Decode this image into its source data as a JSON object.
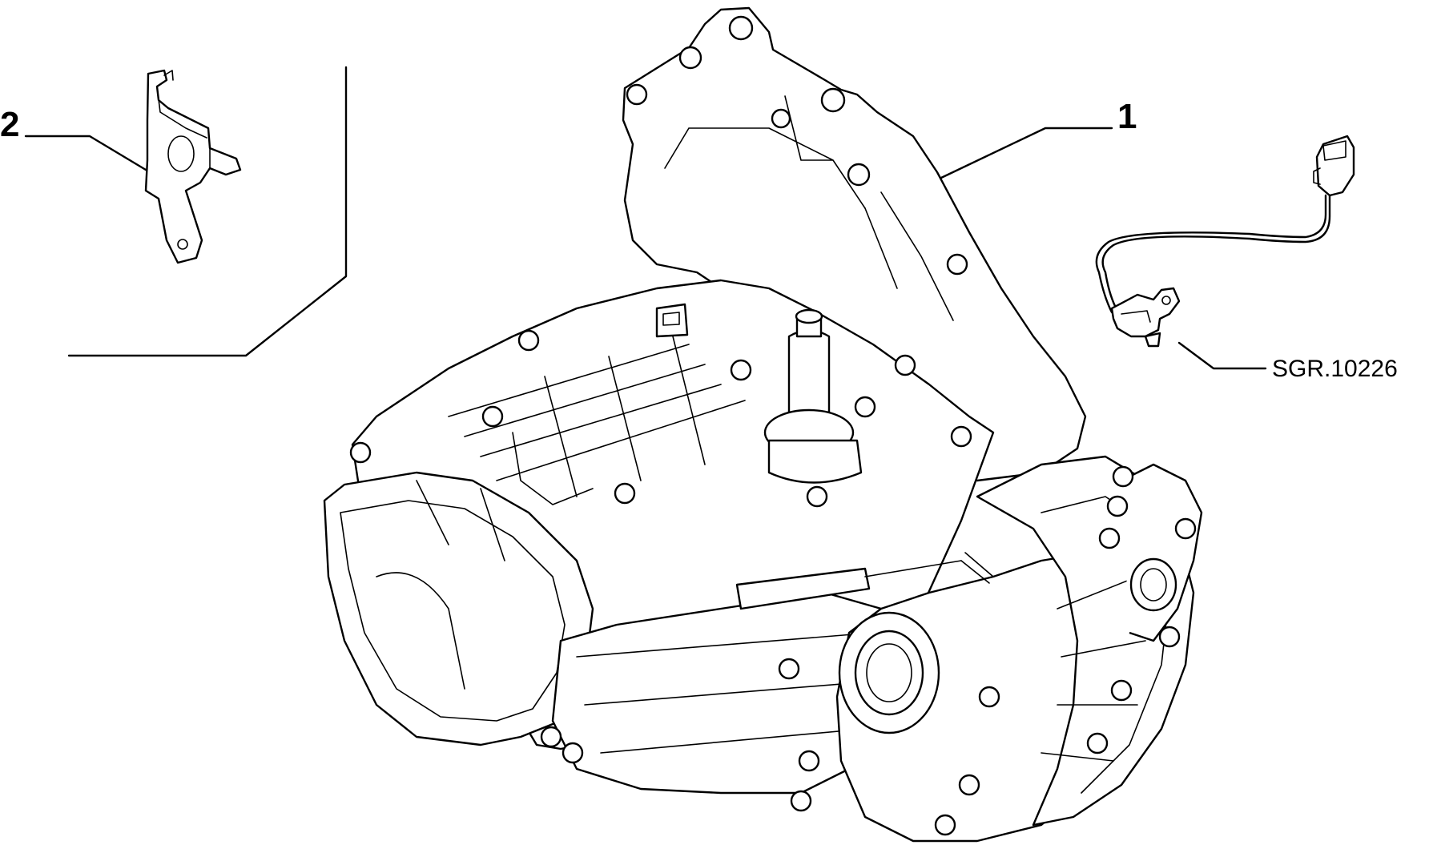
{
  "callouts": {
    "part1": "1",
    "part2": "2",
    "reference": "SGR.10226"
  },
  "colors": {
    "line": "#000000",
    "background": "#ffffff"
  }
}
